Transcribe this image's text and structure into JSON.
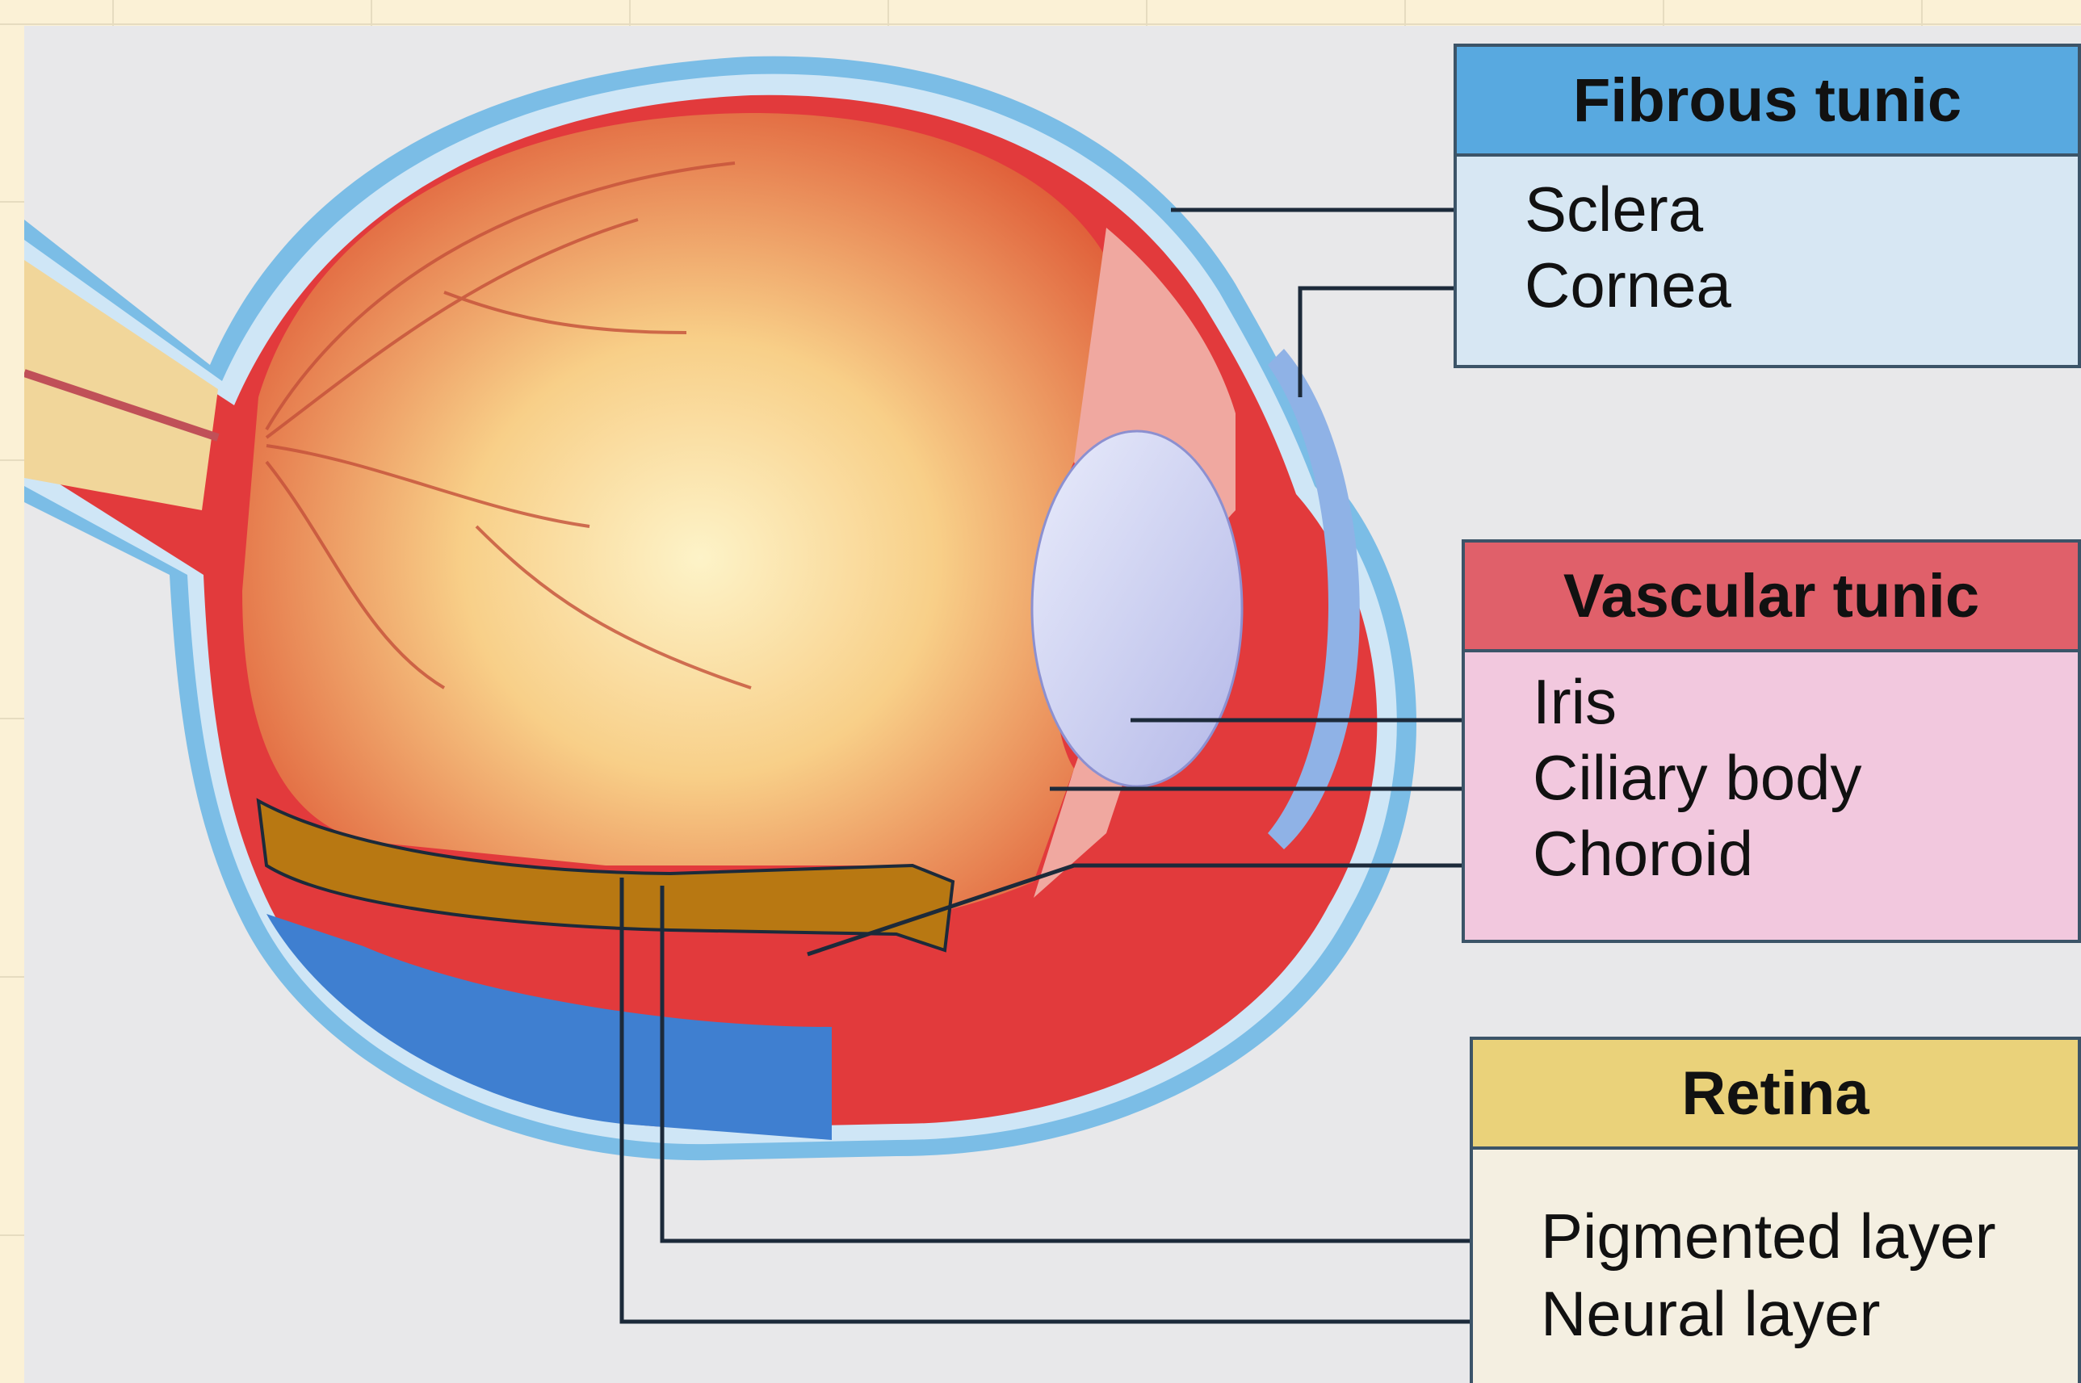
{
  "colors": {
    "fibrous": "#58a9e0",
    "fibrous_body": "#d7e7f3",
    "vascular": "#e0606a",
    "vascular_body": "#f2c8de",
    "retina": "#ead27a",
    "retina_body": "#f4efe1",
    "leader_line": "#1c2a3a"
  },
  "groups": {
    "fibrous": {
      "title": "Fibrous tunic",
      "items": [
        "Sclera",
        "Cornea"
      ]
    },
    "vascular": {
      "title": "Vascular tunic",
      "items": [
        "Iris",
        "Ciliary body",
        "Choroid"
      ]
    },
    "retina": {
      "title": "Retina",
      "items": [
        "Pigmented layer",
        "Neural layer"
      ]
    }
  }
}
